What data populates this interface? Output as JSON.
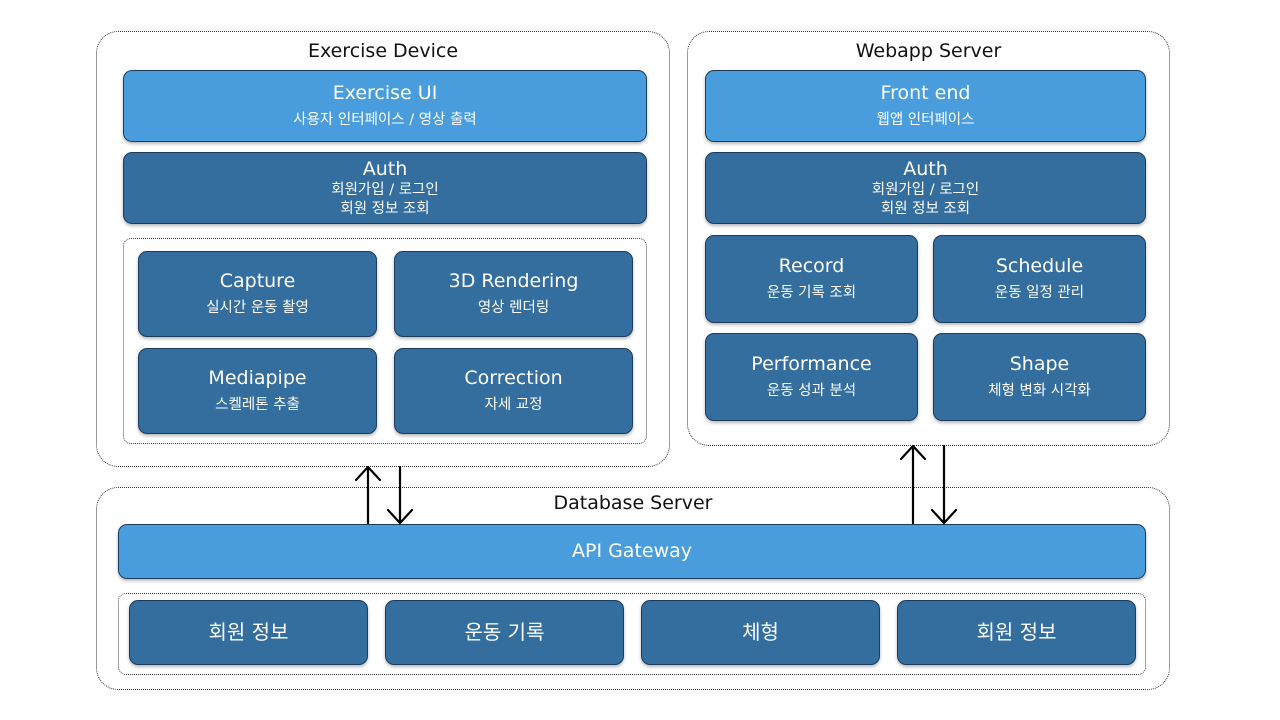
{
  "exercise_device": {
    "title": "Exercise Device",
    "ui": {
      "title": "Exercise UI",
      "sub": "사용자 인터페이스 / 영상 출력"
    },
    "auth": {
      "title": "Auth",
      "sub1": "회원가입 / 로그인",
      "sub2": "회원 정보 조회"
    },
    "capture": {
      "title": "Capture",
      "sub": "실시간 운동 촬영"
    },
    "rendering": {
      "title": "3D Rendering",
      "sub": "영상 렌더링"
    },
    "mediapipe": {
      "title": "Mediapipe",
      "sub": "스켈레톤 추출"
    },
    "correction": {
      "title": "Correction",
      "sub": "자세 교정"
    }
  },
  "webapp_server": {
    "title": "Webapp Server",
    "frontend": {
      "title": "Front end",
      "sub": "웹앱 인터페이스"
    },
    "auth": {
      "title": "Auth",
      "sub1": "회원가입 / 로그인",
      "sub2": "회원 정보 조회"
    },
    "record": {
      "title": "Record",
      "sub": "운동 기록 조회"
    },
    "schedule": {
      "title": "Schedule",
      "sub": "운동 일정 관리"
    },
    "performance": {
      "title": "Performance",
      "sub": "운동 성과 분석"
    },
    "shape": {
      "title": "Shape",
      "sub": "체형 변화 시각화"
    }
  },
  "database_server": {
    "title": "Database Server",
    "gateway": "API Gateway",
    "tables": [
      "회원 정보",
      "운동 기록",
      "체형",
      "회원 정보"
    ]
  }
}
